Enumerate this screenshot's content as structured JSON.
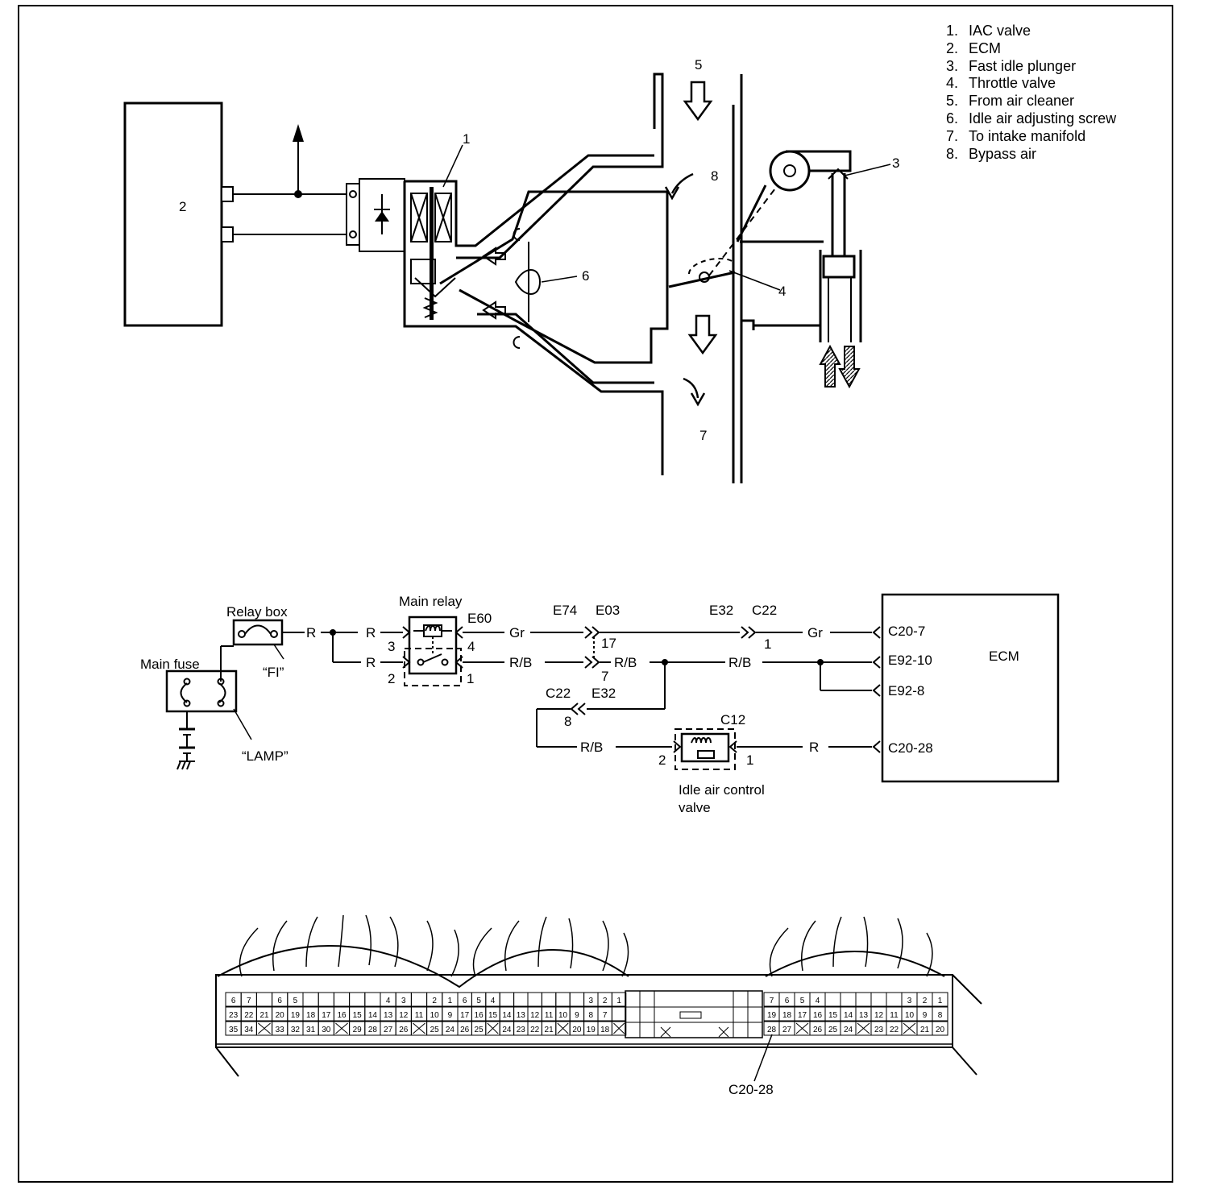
{
  "legend": [
    {
      "num": "1.",
      "text": "IAC valve"
    },
    {
      "num": "2.",
      "text": "ECM"
    },
    {
      "num": "3.",
      "text": "Fast idle plunger"
    },
    {
      "num": "4.",
      "text": "Throttle valve"
    },
    {
      "num": "5.",
      "text": "From air cleaner"
    },
    {
      "num": "6.",
      "text": "Idle air adjusting screw"
    },
    {
      "num": "7.",
      "text": "To intake manifold"
    },
    {
      "num": "8.",
      "text": "Bypass air"
    }
  ],
  "callouts": {
    "c1": "1",
    "c2": "2",
    "c3": "3",
    "c4": "4",
    "c5": "5",
    "c6": "6",
    "c7": "7",
    "c8": "8"
  },
  "wiring": {
    "relay_box": "Relay box",
    "main_fuse": "Main fuse",
    "fi": "“FI”",
    "lamp": "“LAMP”",
    "main_relay": "Main relay",
    "e60": "E60",
    "e74": "E74",
    "e03": "E03",
    "e32_top": "E32",
    "c22_top": "C22",
    "c22_mid": "C22",
    "e32_mid": "E32",
    "c12": "C12",
    "ecm": "ECM",
    "pin_c20_7": "C20-7",
    "pin_e92_10": "E92-10",
    "pin_e92_8": "E92-8",
    "pin_c20_28": "C20-28",
    "w_r1": "R",
    "w_r2": "R",
    "w_r3": "R",
    "w_r4": "R",
    "w_gr1": "Gr",
    "w_gr2": "Gr",
    "w_rb1": "R/B",
    "w_rb2": "R/B",
    "w_rb3": "R/B",
    "w_rb4": "R/B",
    "n3": "3",
    "n2": "2",
    "n4": "4",
    "n1": "1",
    "n17": "17",
    "n7": "7",
    "n1b": "1",
    "n8": "8",
    "n2b": "2",
    "n1c": "1",
    "iac_line1": "Idle air control",
    "iac_line2": "valve"
  },
  "connector": {
    "group1": {
      "top": [
        "6",
        "7",
        "",
        "6",
        "5",
        "",
        "",
        "",
        "",
        "",
        "4",
        "3",
        "",
        "2",
        "1"
      ],
      "mid": [
        "23",
        "22",
        "21",
        "20",
        "19",
        "18",
        "17",
        "16",
        "15",
        "14",
        "13",
        "12",
        "11",
        "10",
        "9"
      ],
      "bot": [
        "35",
        "34",
        "",
        "33",
        "32",
        "31",
        "30",
        "",
        "29",
        "28",
        "27",
        "26",
        "",
        "25",
        "24"
      ]
    },
    "group2": {
      "top": [
        "6",
        "5",
        "4",
        "",
        "",
        "",
        "",
        "",
        "",
        "3",
        "2",
        "1"
      ],
      "mid": [
        "17",
        "16",
        "15",
        "14",
        "13",
        "12",
        "11",
        "10",
        "9",
        "8",
        "7",
        ""
      ],
      "bot": [
        "26",
        "25",
        "",
        "24",
        "23",
        "22",
        "21",
        "",
        "20",
        "19",
        "18",
        ""
      ]
    },
    "group3": {
      "top": [
        "7",
        "6",
        "5",
        "4",
        "",
        "",
        "",
        "",
        "",
        "3",
        "2",
        "1"
      ],
      "mid": [
        "19",
        "18",
        "17",
        "16",
        "15",
        "14",
        "13",
        "12",
        "11",
        "10",
        "9",
        "8"
      ],
      "bot": [
        "28",
        "27",
        "",
        "26",
        "25",
        "24",
        "",
        "23",
        "22",
        "",
        "21",
        "20"
      ]
    },
    "pointer_label": "C20-28"
  }
}
